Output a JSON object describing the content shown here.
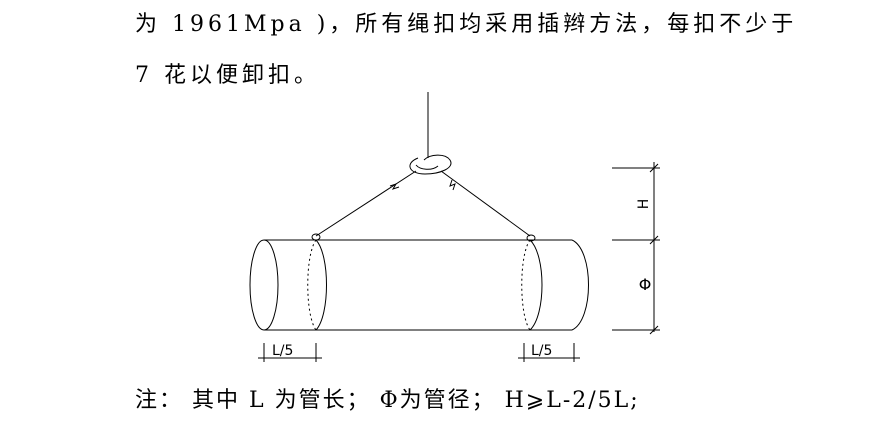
{
  "text": {
    "line1": "为 1961Mpa )，所有绳扣均采用插辫方法，每扣不少于",
    "line2": "7 花以便卸扣。",
    "note": "注： 其中 L 为管长； Φ为管径； H⩾L-2/5L;"
  },
  "diagram": {
    "left_dim_label": "L/5",
    "right_dim_label": "L/5",
    "height_label": "H",
    "diameter_label": "Φ"
  }
}
